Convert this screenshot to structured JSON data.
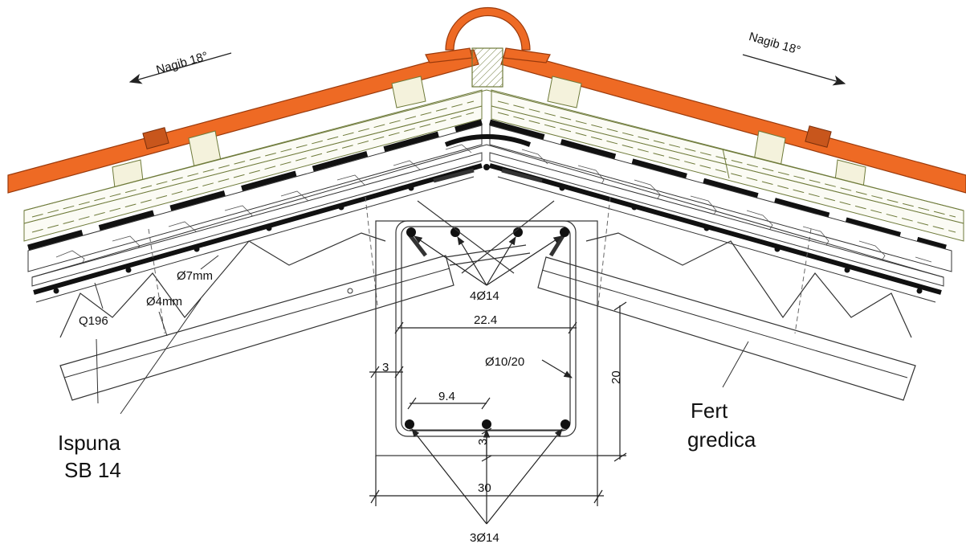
{
  "labels": {
    "slope_left": "Nagib 18°",
    "slope_right": "Nagib 18°",
    "mesh": "Q196",
    "wire_4": "Ø4mm",
    "wire_7": "Ø7mm",
    "infill_line1": "Ispuna",
    "infill_line2": "SB 14",
    "beam_line1": "Fert",
    "beam_line2": "gredica",
    "top_bars": "4Ø14",
    "bottom_bars": "3Ø14",
    "stirrups": "Ø10/20"
  },
  "dimensions": {
    "inner_width": "22.4",
    "cover_side": "3",
    "bar_spacing": "9.4",
    "cover_bottom": "3",
    "total_width": "30",
    "height": "20"
  },
  "colors": {
    "tile": "#ee6a24",
    "tile_stroke": "#9a3a0c",
    "clip": "#c8561c",
    "timber": "#f4f2dc",
    "timber_stroke": "#6e7a3a",
    "insulation_line": "#6e7a3a",
    "membrane": "#111111",
    "line": "#333333"
  }
}
